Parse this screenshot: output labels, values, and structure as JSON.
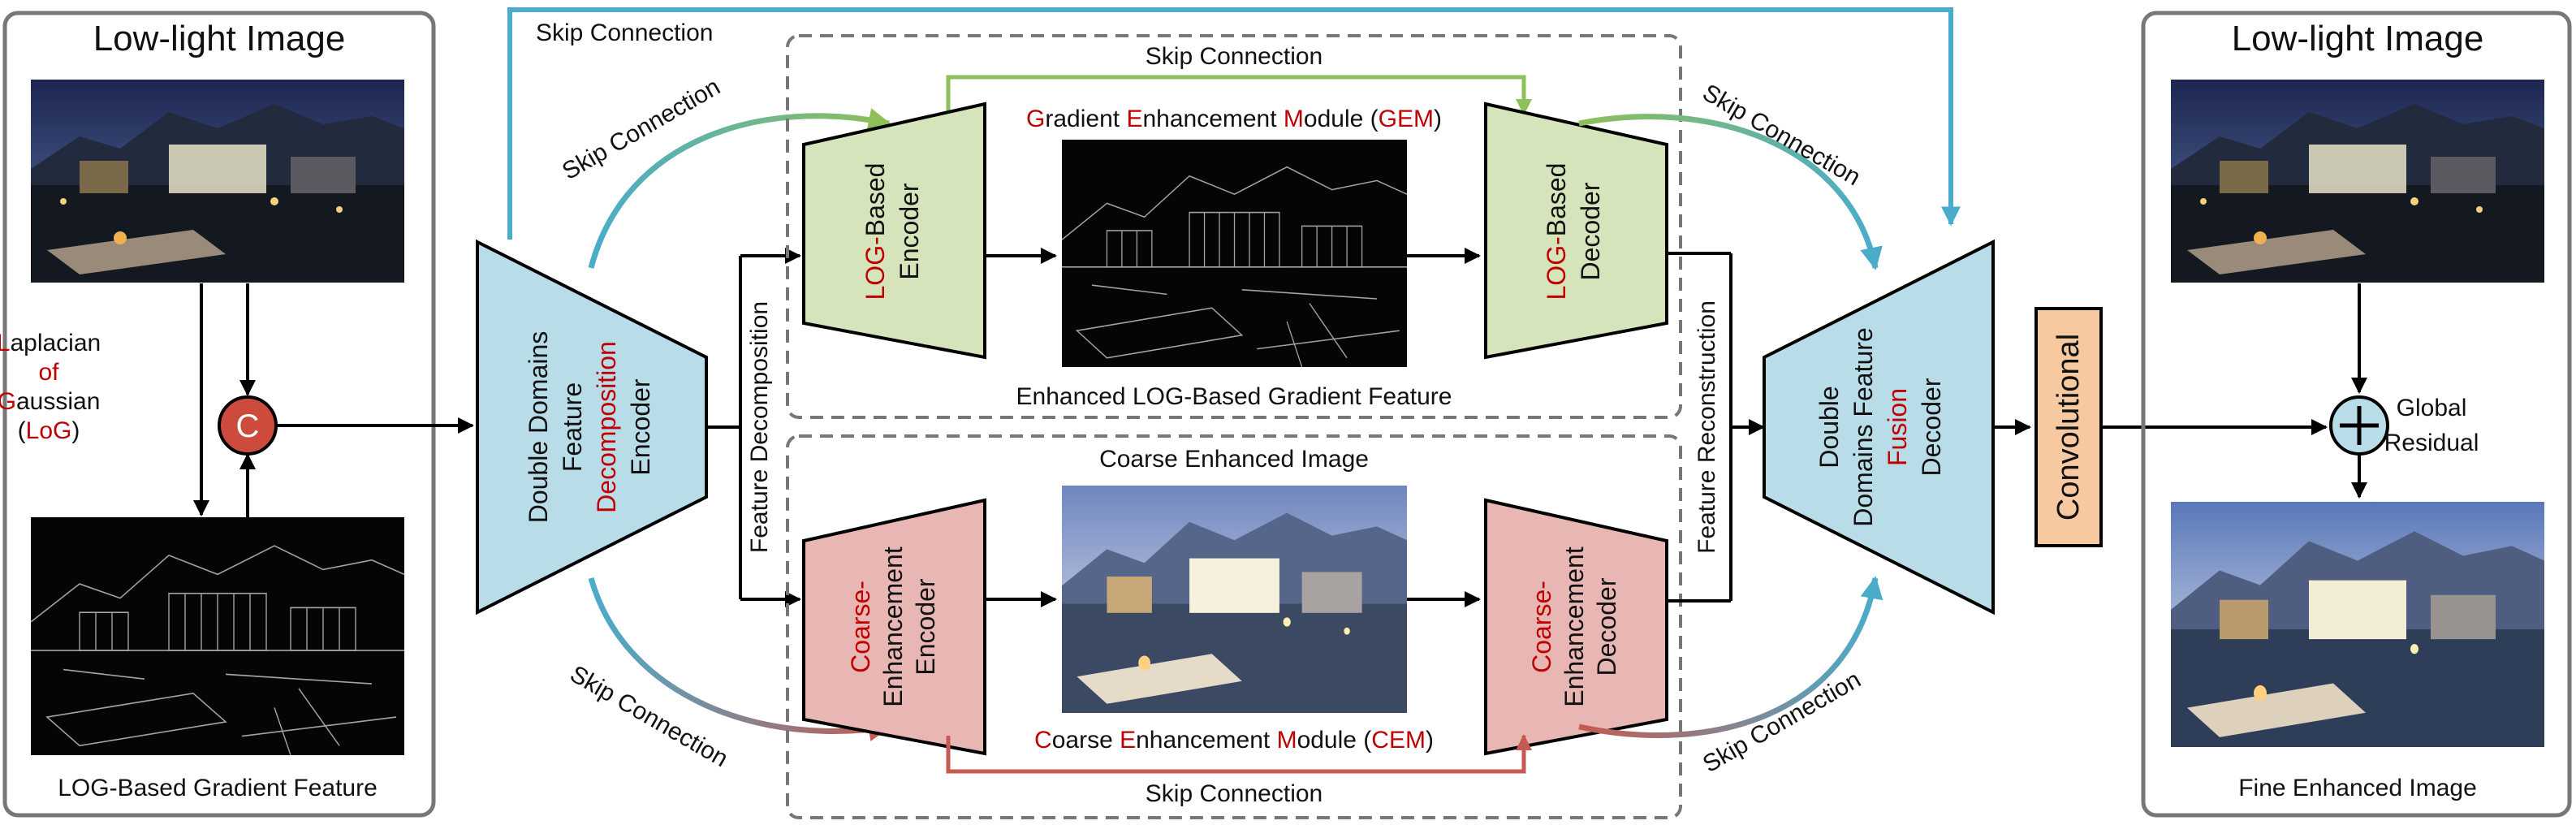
{
  "left_panel": {
    "title": "Low-light Image",
    "gradient_caption": "LOG-Based Gradient Feature",
    "log_label": [
      {
        "first": "L",
        "rest": "aplacian"
      },
      {
        "first": "of",
        "rest": ""
      },
      {
        "first": "G",
        "rest": "aussian"
      },
      {
        "open": "(",
        "first": "LoG",
        "close": ")"
      }
    ],
    "concat_symbol": "C"
  },
  "encoder": {
    "lines": [
      "Double Domains",
      "Feature"
    ],
    "highlight": "Decomposition",
    "last": "Encoder"
  },
  "top_skip_label": "Skip Connection",
  "curve_skip_label": "Skip Connection",
  "feature_decomposition": "Feature Decomposition",
  "feature_reconstruction": "Feature Reconstruction",
  "gem": {
    "title_parts": [
      {
        "t": "G",
        "red": true
      },
      {
        "t": "radient ",
        "red": false
      },
      {
        "t": "E",
        "red": true
      },
      {
        "t": "nhancement ",
        "red": false
      },
      {
        "t": "M",
        "red": true
      },
      {
        "t": "odule (",
        "red": false
      },
      {
        "t": "GEM",
        "red": true
      },
      {
        "t": ")",
        "red": false
      }
    ],
    "skip_label": "Skip Connection",
    "encoder": {
      "highlight": "LOG-",
      "rest": "Based",
      "line2": "Encoder"
    },
    "decoder": {
      "highlight": "LOG-",
      "rest": "Based",
      "line2": "Decoder"
    },
    "caption": "Enhanced LOG-Based Gradient Feature"
  },
  "cem": {
    "title_parts": [
      {
        "t": "C",
        "red": true
      },
      {
        "t": "oarse ",
        "red": false
      },
      {
        "t": "E",
        "red": true
      },
      {
        "t": "nhancement ",
        "red": false
      },
      {
        "t": "M",
        "red": true
      },
      {
        "t": "odule (",
        "red": false
      },
      {
        "t": "CEM",
        "red": true
      },
      {
        "t": ")",
        "red": false
      }
    ],
    "skip_label": "Skip Connection",
    "caption_top": "Coarse Enhanced Image",
    "encoder": {
      "highlight": "Coarse-",
      "line2": "Enhancement",
      "line3": "Encoder"
    },
    "decoder": {
      "highlight": "Coarse-",
      "line2": "Enhancement",
      "line3": "Decoder"
    }
  },
  "fusion_decoder": {
    "lines": [
      "Double",
      "Domains Feature"
    ],
    "highlight": "Fusion",
    "last": "Decoder"
  },
  "conv_label": "Convolutional",
  "residual": {
    "line1": "Global",
    "line2": "Residual"
  },
  "right_panel": {
    "title": "Low-light Image",
    "caption": "Fine Enhanced Image"
  },
  "colors": {
    "blue_block": "#b9dde8",
    "green_block": "#d6e4bc",
    "red_block": "#e8b7b4",
    "orange_block": "#f7c9a0",
    "concat_fill": "#cc4b3c",
    "skip_blue": "#4aaccb",
    "skip_green": "#8fbf5a",
    "skip_red": "#c45a52",
    "red_text": "#c00000"
  }
}
